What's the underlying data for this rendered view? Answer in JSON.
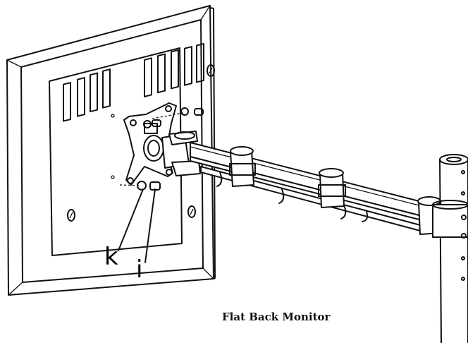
{
  "labels": {
    "part_k": "k",
    "part_i": "i"
  },
  "caption": "Flat Back Monitor"
}
